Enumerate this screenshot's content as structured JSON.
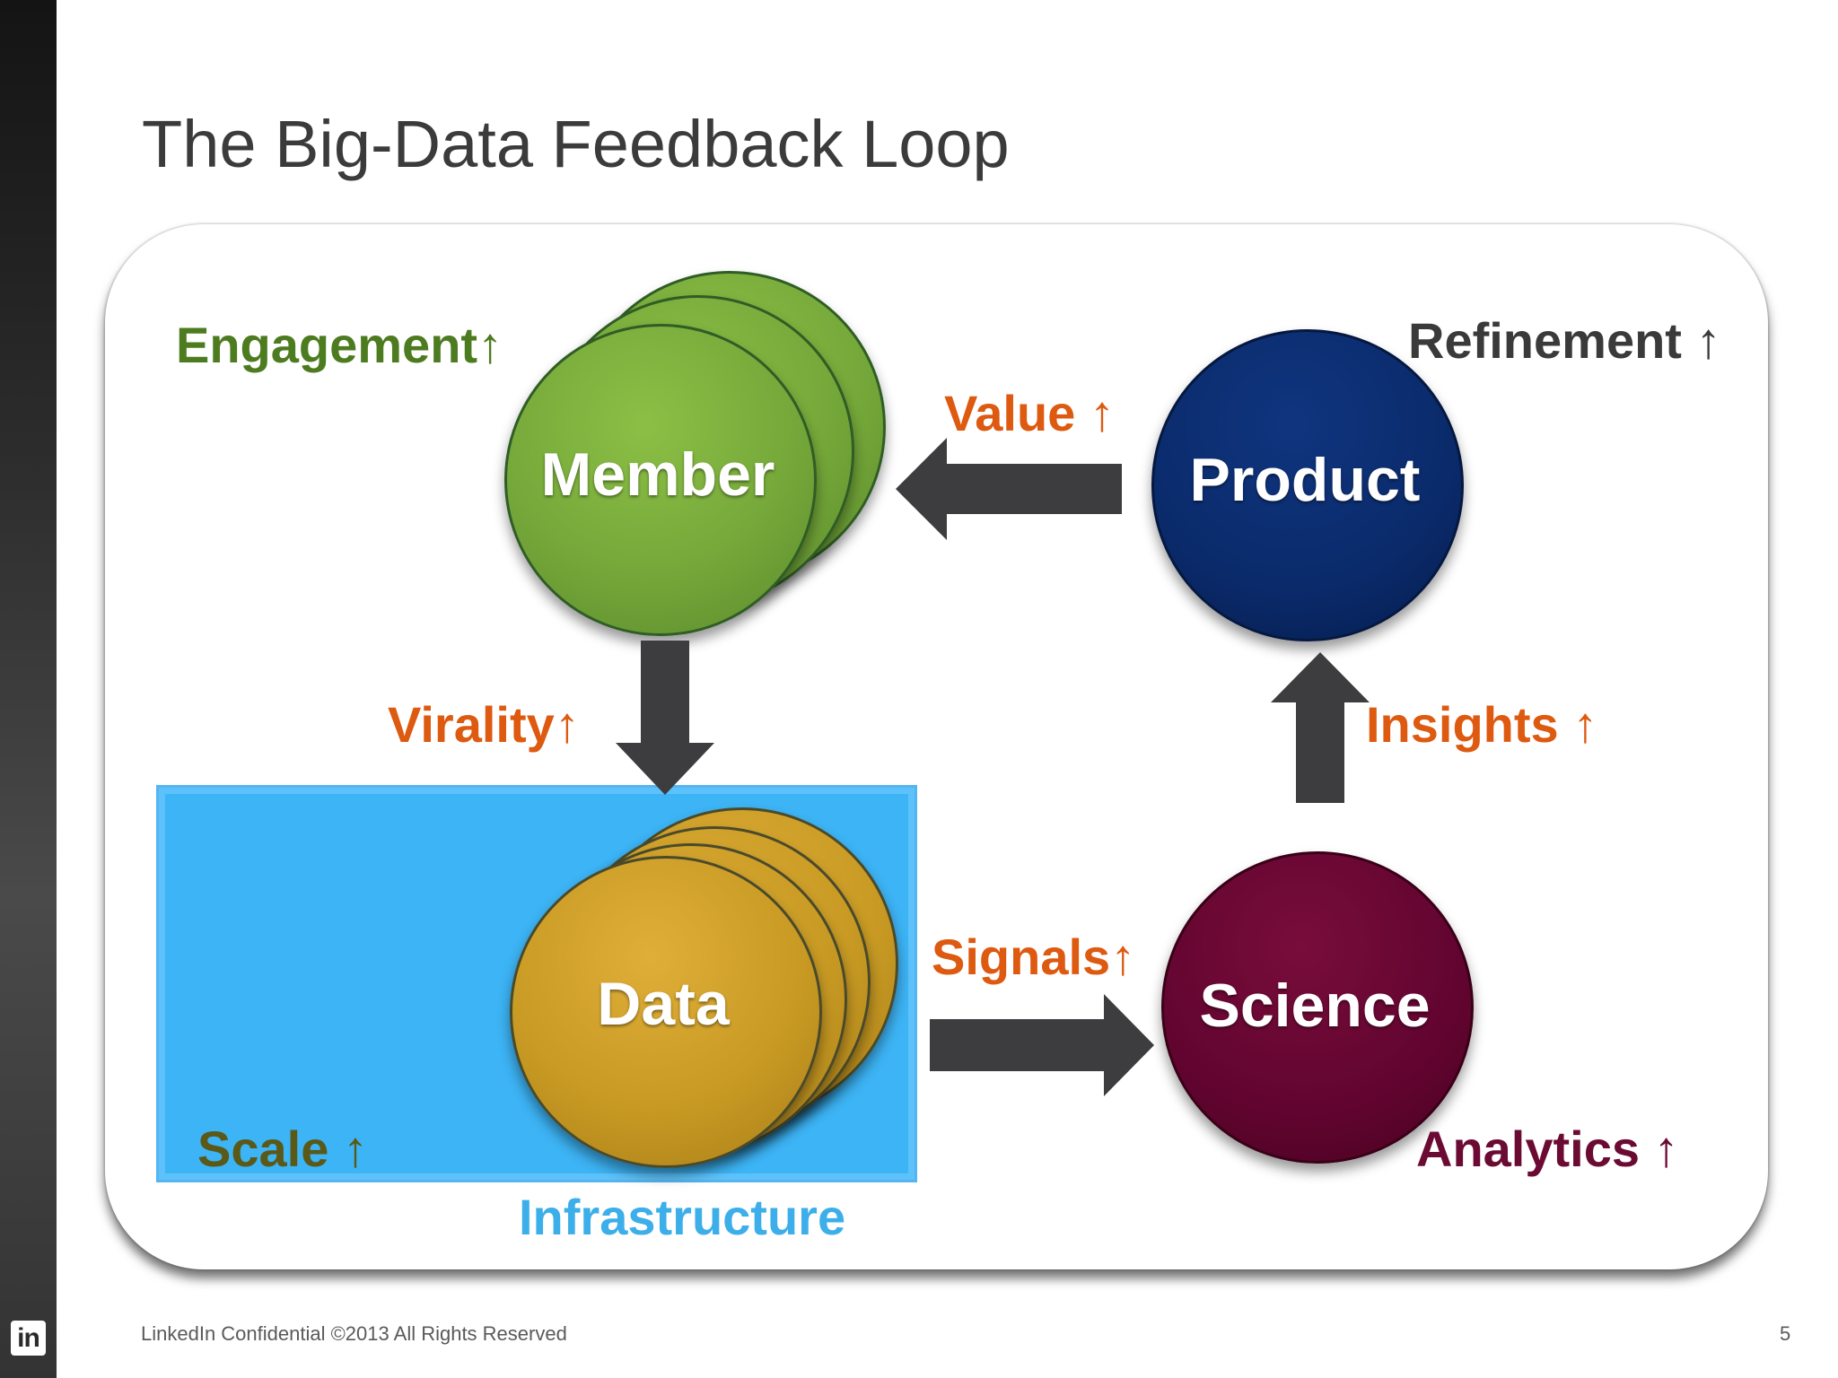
{
  "slide": {
    "title": "The Big-Data Feedback Loop",
    "footer": "LinkedIn Confidential ©2013 All Rights Reserved",
    "page_number": "5",
    "logo_text": "in"
  },
  "nodes": {
    "member": "Member",
    "product": "Product",
    "data": "Data",
    "science": "Science"
  },
  "metrics": {
    "engagement": "Engagement↑",
    "value": "Value ↑",
    "refinement": "Refinement ↑",
    "virality": "Virality↑",
    "insights": "Insights ↑",
    "signals": "Signals↑",
    "scale": "Scale ↑",
    "analytics": "Analytics ↑",
    "infrastructure": "Infrastructure"
  },
  "colors": {
    "member": "#75a83a",
    "data": "#c99b24",
    "product": "#0a2a6a",
    "science": "#620430",
    "infrastructure": "#3db4f5",
    "accent_orange": "#dd5a10",
    "arrow": "#3d3d40"
  }
}
